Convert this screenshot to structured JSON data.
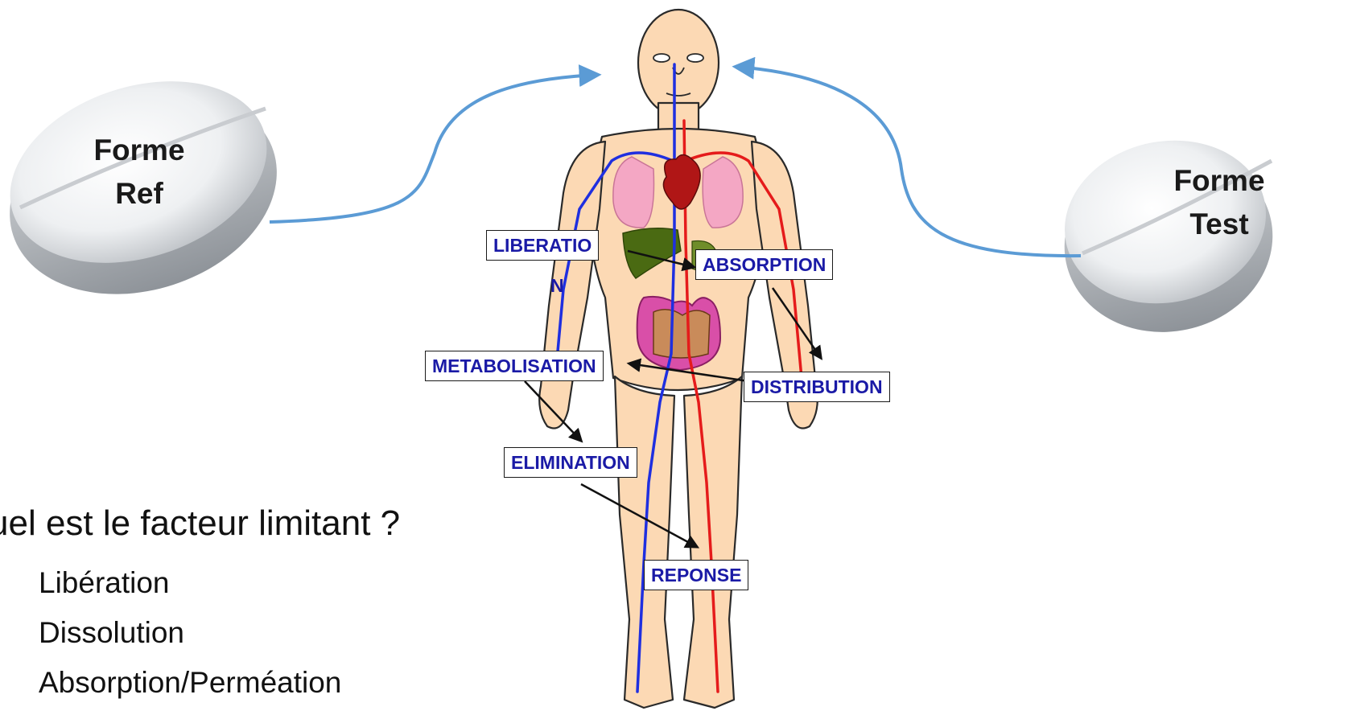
{
  "tablets": {
    "ref": {
      "line1": "Forme",
      "line2": "Ref"
    },
    "test": {
      "line1": "Forme",
      "line2": "Test"
    }
  },
  "stages": {
    "liberation_a": "LIBERATIO",
    "liberation_b": "N",
    "absorption": "ABSORPTION",
    "metabolisation": "METABOLISATION",
    "distribution": "DISTRIBUTION",
    "elimination": "ELIMINATION",
    "reponse": "REPONSE"
  },
  "question": "uel est le facteur limitant ?",
  "options": [
    "Libération",
    "Dissolution",
    "Absorption/Perméation"
  ],
  "colors": {
    "skin": "#fcd9b4",
    "veins": "#1f2fe0",
    "arteries": "#e51b1b",
    "lungs": "#f4a7c4",
    "heart": "#b01616",
    "liver": "#4a6a12",
    "intestine": "#d94fa8",
    "curve_arrow": "#5b9bd5",
    "stage_text": "#1a1aa6"
  }
}
